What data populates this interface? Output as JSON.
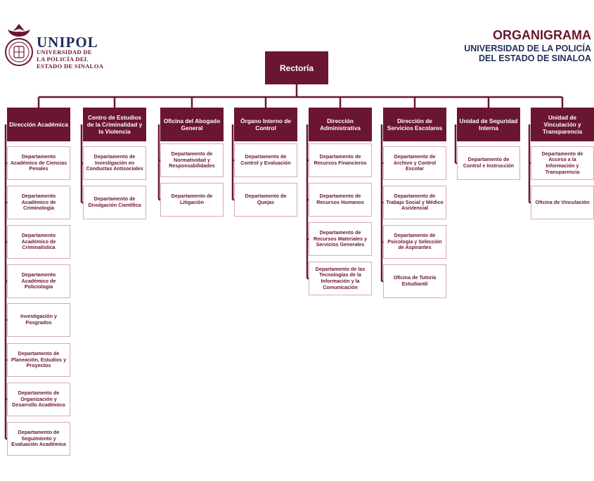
{
  "header": {
    "brand_name": "UNIPOL",
    "brand_sub": [
      "UNIVERSIDAD DE",
      "LA POLICÍA DEL",
      "ESTADO DE SINALOA"
    ],
    "org_title": "ORGANIGRAMA",
    "org_sub": [
      "UNIVERSIDAD DE LA POLICÍA",
      "DEL ESTADO DE SINALOA"
    ]
  },
  "colors": {
    "accent": "#6b1630",
    "navy": "#1f2f5a",
    "border": "#d9a9b4"
  },
  "root": "Rectoría",
  "columns": [
    {
      "title": "Dirección Académica",
      "children": [
        "Departamento Académico de Ciencias Penales",
        "Departamento Académico de Criminología",
        "Departamento Académico de Criminalística",
        "Departamento Académico de Policiología",
        "Investigación y Posgrados",
        "Departamento de Planeación, Estudios y Proyectos",
        "Departamento de Organización y Desarrollo Académico",
        "Departamento de Seguimiento y Evaluación Académica"
      ]
    },
    {
      "title": "Centro de Estudios de la Criminalidad y la Violencia",
      "children": [
        "Departamento de Investigación en Conductas Antisociales",
        "Departamento de Divulgación Científica"
      ]
    },
    {
      "title": "Oficina del Abogado General",
      "children": [
        "Departamento de Normatividad y Responsabilidades",
        "Departamento de Litigación"
      ]
    },
    {
      "title": "Órgano Interno de Control",
      "children": [
        "Departamento de Control y Evaluación",
        "Departamento de Quejas"
      ]
    },
    {
      "title": "Dirección Administrativa",
      "children": [
        "Departamento de Recursos Financieros",
        "Departamento de Recursos Humanos",
        "Departamento de Recursos Materiales y Servicios Generales",
        "Departamento de las Tecnologías de la Información y la Comunicación"
      ]
    },
    {
      "title": "Dirección de Servicios Escolares",
      "children": [
        "Departamento de Archivo y Control Escolar",
        "Departamento de Trabajo Social y Médico Asistencial",
        "Departamento de Psicología y Selección de Aspirantes",
        "Oficina de Tutoría Estudiantil"
      ]
    },
    {
      "title": "Unidad de Seguridad Interna",
      "children": [
        "Departamento de Control e Instrucción"
      ]
    },
    {
      "title": "Unidad de Vinculación y Transparencia",
      "children": [
        "Departamento de Acceso a la Información y Transparencia",
        "Oficina de Vinculación"
      ]
    }
  ]
}
